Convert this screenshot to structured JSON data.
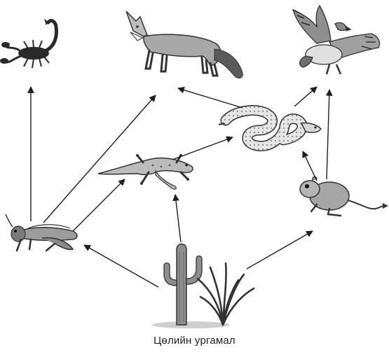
{
  "diagram": {
    "type": "food-web",
    "caption": "Цөлийн ургамал",
    "organisms": [
      {
        "id": "scorpion",
        "icon": "scorpion-icon"
      },
      {
        "id": "fox",
        "icon": "fox-icon"
      },
      {
        "id": "hawk",
        "icon": "hawk-icon"
      },
      {
        "id": "snake",
        "icon": "snake-icon"
      },
      {
        "id": "lizard",
        "icon": "lizard-icon"
      },
      {
        "id": "grasshopper",
        "icon": "grasshopper-icon"
      },
      {
        "id": "kangaroo-rat",
        "icon": "kangaroo-rat-icon"
      },
      {
        "id": "desert-plants",
        "icon": "cactus-and-grass-icon"
      }
    ],
    "arrows": [
      {
        "from": "grasshopper",
        "to": "scorpion"
      },
      {
        "from": "grasshopper",
        "to": "fox"
      },
      {
        "from": "grasshopper",
        "to": "lizard"
      },
      {
        "from": "desert-plants",
        "to": "grasshopper"
      },
      {
        "from": "desert-plants",
        "to": "lizard"
      },
      {
        "from": "desert-plants",
        "to": "kangaroo-rat"
      },
      {
        "from": "lizard",
        "to": "snake"
      },
      {
        "from": "snake",
        "to": "fox"
      },
      {
        "from": "snake",
        "to": "hawk"
      },
      {
        "from": "kangaroo-rat",
        "to": "snake"
      },
      {
        "from": "kangaroo-rat",
        "to": "hawk"
      }
    ]
  },
  "colors": {
    "ink": "#2a2a2a",
    "shade": "#9a9a9a",
    "light": "#d4d4d4",
    "arrow": "#1e1e1e"
  }
}
